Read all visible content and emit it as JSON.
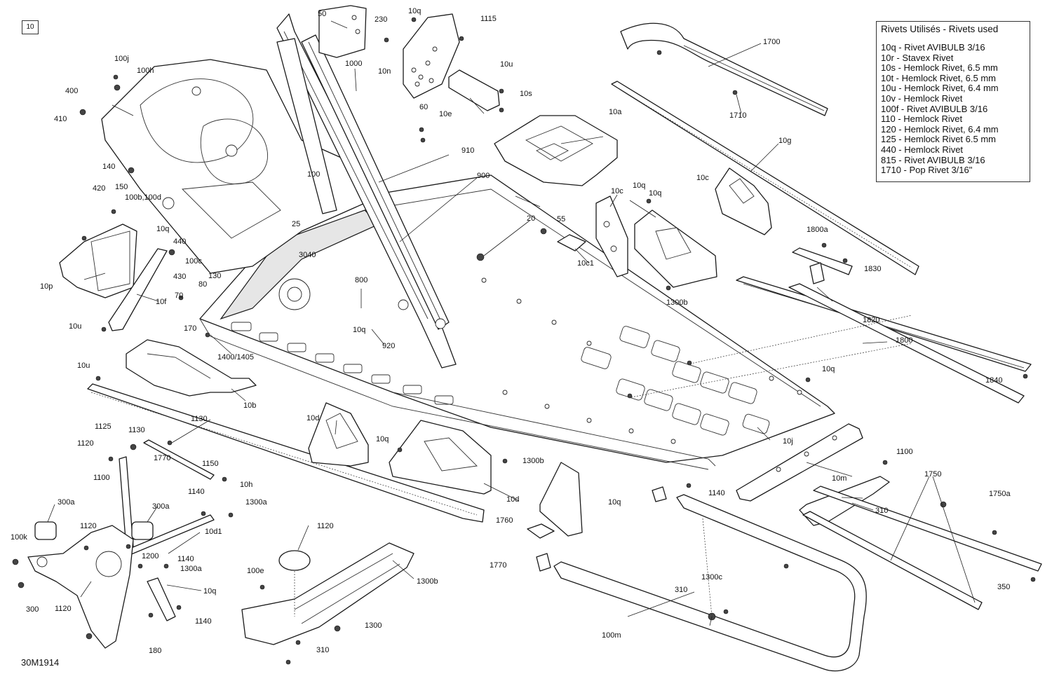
{
  "figure_number": "10",
  "drawing_code": "30M1914",
  "legend": {
    "title": "Rivets Utilisés - Rivets used",
    "items": [
      "10q - Rivet AVIBULB 3/16",
      "10r - Stavex Rivet",
      "10s - Hemlock Rivet, 6.5 mm",
      "10t - Hemlock Rivet, 6.5 mm",
      "10u - Hemlock Rivet, 6.4 mm",
      "10v - Hemlock Rivet",
      "100f - Rivet AVIBULB 3/16",
      "110 - Hemlock Rivet",
      "120 - Hemlock Rivet, 6.4 mm",
      "125 - Hemlock Rivet 6.5 mm",
      "440 - Hemlock Rivet",
      "815 - Rivet AVIBULB 3/16",
      "1710 - Pop Rivet 3/16\""
    ]
  },
  "callouts": [
    "50",
    "230",
    "10q",
    "1115",
    "1000",
    "100j",
    "100h",
    "400",
    "410",
    "10n",
    "10u",
    "10s",
    "10e",
    "60",
    "1700",
    "1710",
    "10a",
    "910",
    "10g",
    "900",
    "140",
    "150",
    "100",
    "420",
    "100b,100d",
    "10c",
    "10q",
    "10c",
    "10q",
    "10q",
    "440",
    "100c",
    "25",
    "3040",
    "55",
    "20",
    "10c1",
    "1800a",
    "430",
    "80",
    "130",
    "10p",
    "70",
    "10f",
    "800",
    "1300b",
    "1830",
    "1820",
    "10u",
    "170",
    "10q",
    "920",
    "1400/1405",
    "1800",
    "10u",
    "10b",
    "10q",
    "1840",
    "1130",
    "1125",
    "1130",
    "10d",
    "10q",
    "1300b",
    "10j",
    "1120",
    "1150",
    "10h",
    "1100",
    "10m",
    "1770",
    "1100",
    "1750",
    "1750a",
    "300a",
    "1140",
    "1120",
    "300a",
    "10d",
    "1300a",
    "10q",
    "1140",
    "1200",
    "10d1",
    "1760",
    "310",
    "100k",
    "1120",
    "1140",
    "1300a",
    "1770",
    "350",
    "10q",
    "100e",
    "1300b",
    "1300c",
    "310",
    "300",
    "1120",
    "1140",
    "180",
    "1300",
    "100m",
    "310"
  ]
}
